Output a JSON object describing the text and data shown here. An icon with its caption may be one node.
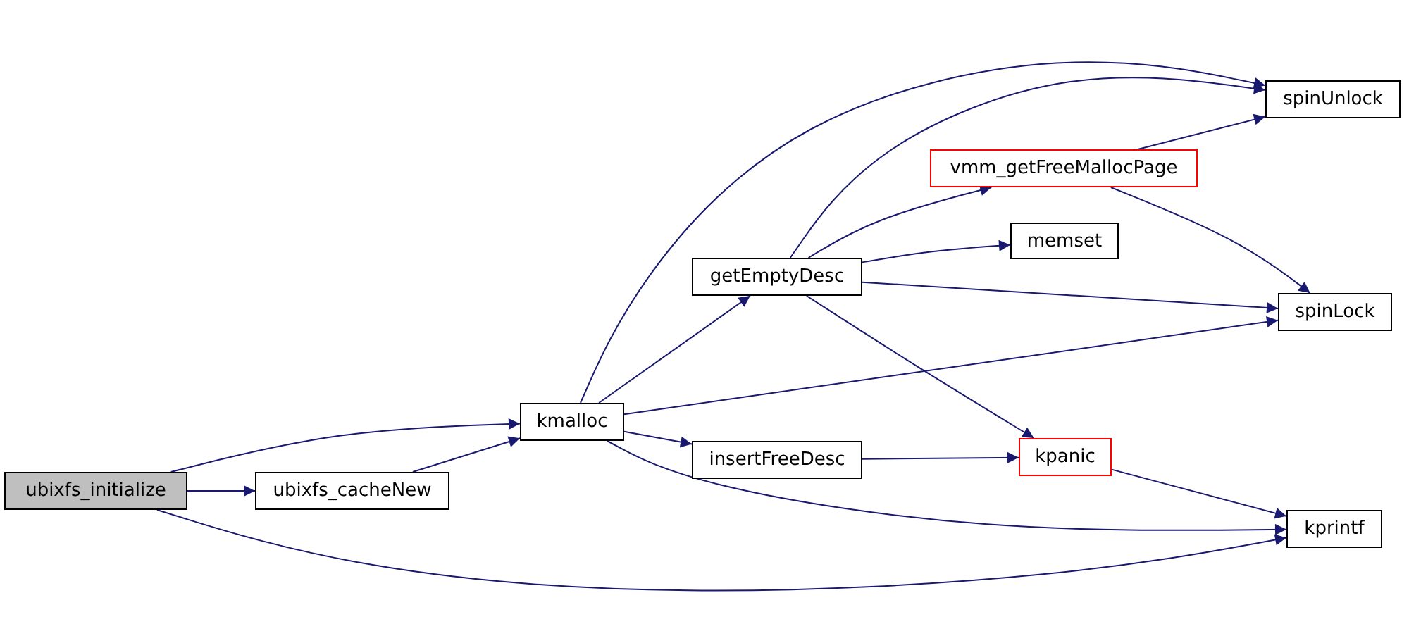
{
  "diagram": {
    "nodes": [
      {
        "text": [
          "ubixfs_initialize"
        ]
      },
      {
        "text": [
          "ubixfs_cacheNew"
        ]
      },
      {
        "text": [
          "kmalloc"
        ]
      },
      {
        "text": [
          "getEmptyDesc"
        ]
      },
      {
        "text": [
          "insertFreeDesc"
        ]
      },
      {
        "text": [
          "vmm_getFreeMallocPage"
        ]
      },
      {
        "text": [
          "memset"
        ]
      },
      {
        "text": [
          "spinUnlock"
        ]
      },
      {
        "text": [
          "spinLock"
        ]
      },
      {
        "text": [
          "kpanic"
        ]
      },
      {
        "text": [
          "kprintf"
        ]
      }
    ],
    "edges": [
      {
        "from": 0,
        "to": 2,
        "arrow": "to"
      },
      {
        "from": 0,
        "to": 1,
        "arrow": "to"
      },
      {
        "from": 0,
        "to": 10,
        "arrow": "to"
      },
      {
        "from": 1,
        "to": 2,
        "arrow": "to"
      },
      {
        "from": 2,
        "to": 3,
        "arrow": "to"
      },
      {
        "from": 2,
        "to": 4,
        "arrow": "to"
      },
      {
        "from": 2,
        "to": 7,
        "arrow": "to"
      },
      {
        "from": 2,
        "to": 8,
        "arrow": "to"
      },
      {
        "from": 2,
        "to": 10,
        "arrow": "to"
      },
      {
        "from": 3,
        "to": 5,
        "arrow": "to"
      },
      {
        "from": 3,
        "to": 6,
        "arrow": "to"
      },
      {
        "from": 3,
        "to": 7,
        "arrow": "to"
      },
      {
        "from": 3,
        "to": 8,
        "arrow": "to"
      },
      {
        "from": 3,
        "to": 9,
        "arrow": "to"
      },
      {
        "from": 4,
        "to": 9,
        "arrow": "to"
      },
      {
        "from": 5,
        "to": 7,
        "arrow": "to"
      },
      {
        "from": 5,
        "to": 8,
        "arrow": "to"
      },
      {
        "from": 9,
        "to": 10,
        "arrow": "to"
      }
    ]
  }
}
